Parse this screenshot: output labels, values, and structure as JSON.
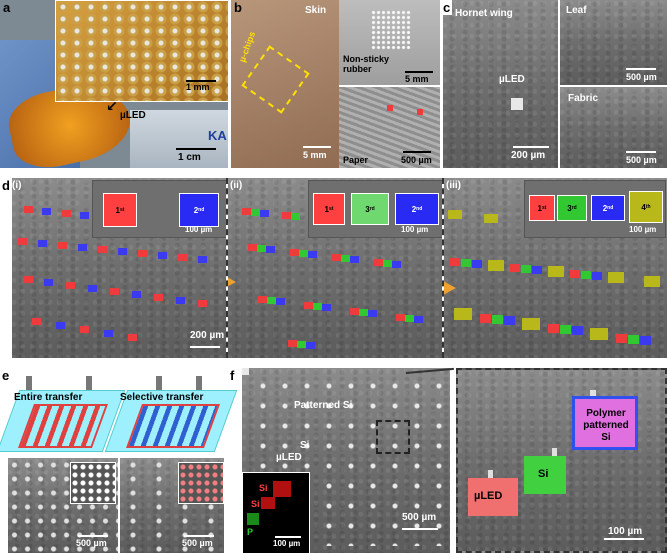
{
  "panels": {
    "a": {
      "letter": "a",
      "scale_inset": "1 mm",
      "scale_main": "1 cm",
      "arrow_label": "µLED",
      "logo_text": "KA"
    },
    "b": {
      "letter": "b",
      "skin": "Skin",
      "chips": "µ-chips",
      "scale_skin": "5 mm",
      "rubber": "Non-sticky rubber",
      "scale_rubber": "5 mm",
      "paper": "Paper",
      "scale_paper": "500 µm"
    },
    "c": {
      "letter": "c",
      "hornet": "Hornet wing",
      "uled": "µLED",
      "scale_hornet": "200 µm",
      "leaf": "Leaf",
      "scale_leaf": "500 µm",
      "fabric": "Fabric",
      "scale_fabric": "500 µm"
    },
    "d": {
      "letter": "d",
      "sub1": "(i)",
      "sub2": "(ii)",
      "sub3": "(iii)",
      "t1": "1",
      "t1s": "st",
      "t2": "2",
      "t2s": "nd",
      "t3": "3",
      "t3s": "rd",
      "t4": "4",
      "t4s": "th",
      "inset_scale": "100 µm",
      "scale": "200 µm"
    },
    "e": {
      "letter": "e",
      "entire": "Entire transfer",
      "selective": "Selective transfer",
      "scale1": "500 µm",
      "scale2": "500 µm"
    },
    "f": {
      "letter": "f",
      "patterned": "Patterned Si",
      "si": "Si",
      "uled": "µLED",
      "edx_si1": "Si",
      "edx_si2": "Si",
      "edx_p": "P",
      "edx_scale": "100 µm",
      "scale": "500 µm",
      "zoom_polymer": "Polymer patterned Si",
      "zoom_si": "Si",
      "zoom_uled": "µLED",
      "zoom_scale": "100 µm"
    }
  }
}
